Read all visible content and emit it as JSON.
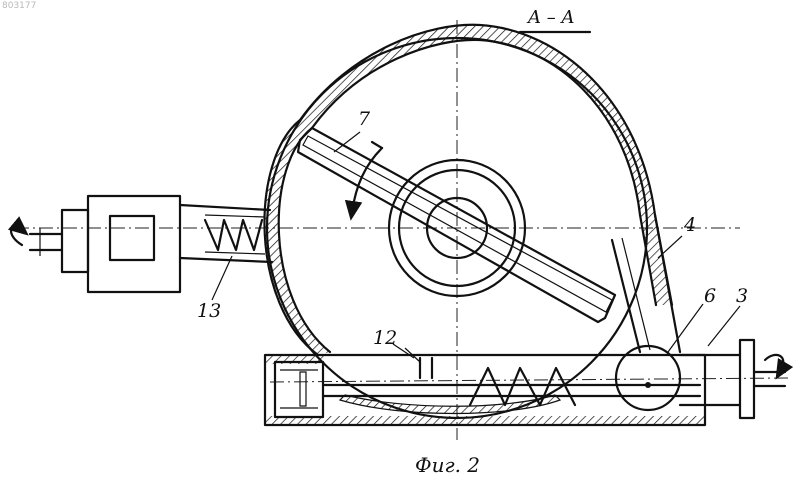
{
  "doc_number": "803177",
  "section_label": "A – A",
  "figure_caption": "Фиг. 2",
  "callouts": {
    "n3": "3",
    "n4": "4",
    "n6": "6",
    "n7": "7",
    "n12": "12",
    "n13": "13"
  }
}
